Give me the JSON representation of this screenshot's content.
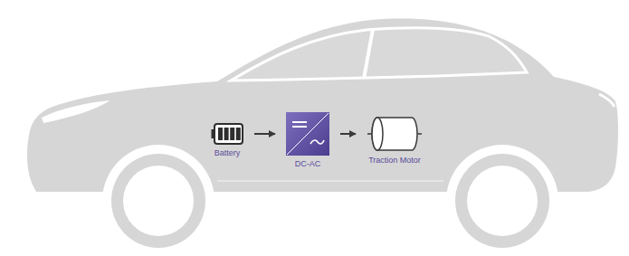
{
  "diagram": {
    "nodes": [
      {
        "text": [
          "Battery"
        ]
      },
      {
        "text": [
          "DC-AC"
        ]
      },
      {
        "text": [
          "Traction Motor"
        ]
      }
    ],
    "edges": [
      {
        "from": 0,
        "to": 1,
        "arrow": "to"
      },
      {
        "from": 1,
        "to": 2,
        "arrow": "to"
      }
    ]
  }
}
